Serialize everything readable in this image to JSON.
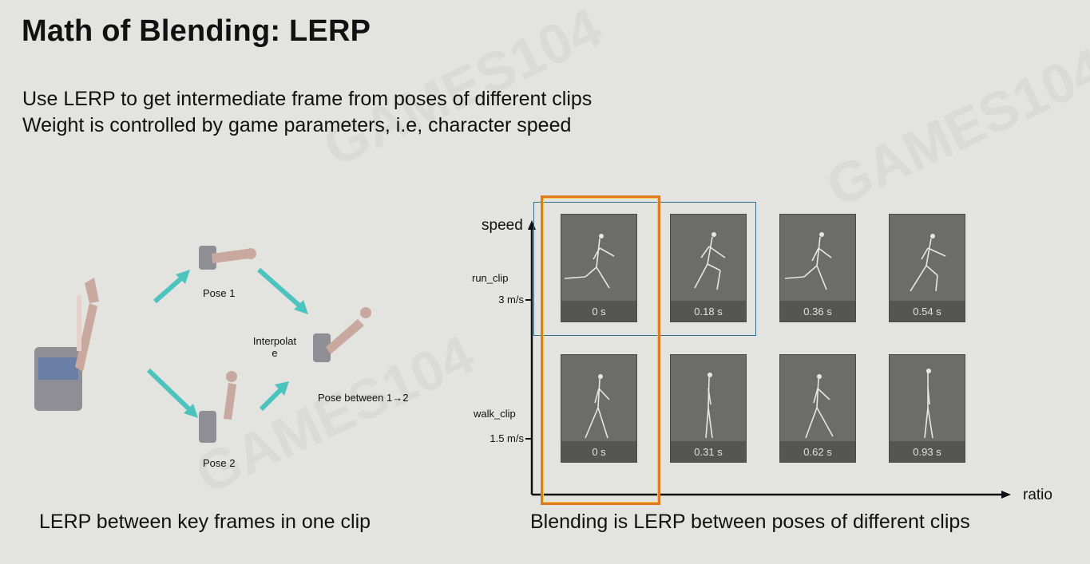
{
  "slide": {
    "title": "Math of Blending: LERP",
    "bullets": [
      "Use LERP to get intermediate frame from poses of different clips",
      "Weight is controlled by game parameters, i.e, character speed"
    ]
  },
  "left_diagram": {
    "pose1_label": "Pose 1",
    "pose2_label": "Pose 2",
    "interpolate_label_line1": "Interpolat",
    "interpolate_label_line2": "e",
    "between_label": "Pose between 1→2",
    "caption": "LERP between key frames in one clip"
  },
  "right_diagram": {
    "y_axis_label": "speed",
    "x_axis_label": "ratio",
    "run_clip": {
      "name": "run_clip",
      "speed": "3 m/s",
      "times": [
        "0 s",
        "0.18 s",
        "0.36 s",
        "0.54 s"
      ]
    },
    "walk_clip": {
      "name": "walk_clip",
      "speed": "1.5 m/s",
      "times": [
        "0 s",
        "0.31 s",
        "0.62 s",
        "0.93 s"
      ]
    },
    "caption": "Blending is LERP between poses of different clips"
  },
  "colors": {
    "arrow": "#4cc3bd",
    "orange_box": "#e07a1f",
    "blue_box": "#2a6f8f"
  },
  "watermark": "GAMES104"
}
